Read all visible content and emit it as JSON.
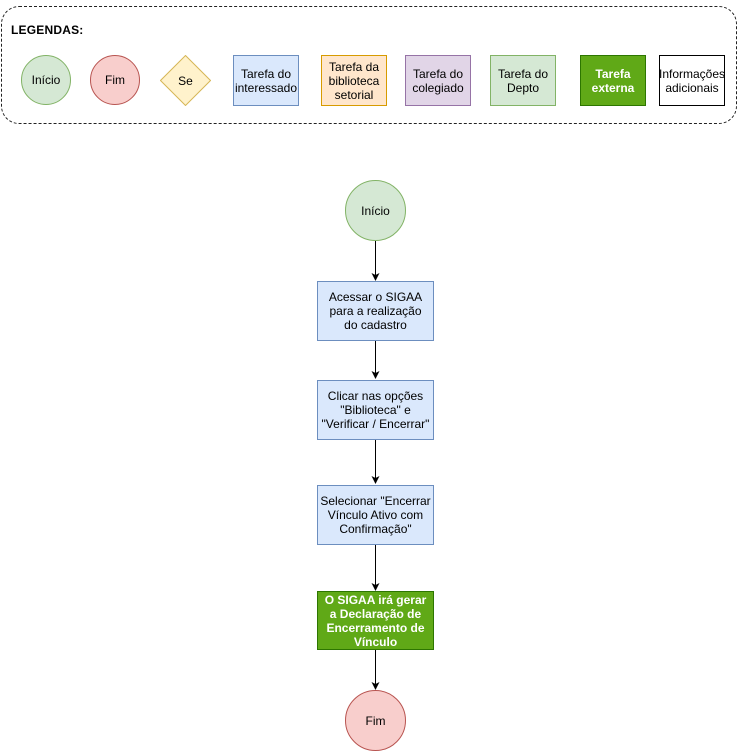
{
  "legend": {
    "title": "LEGENDAS:",
    "items": [
      {
        "label": "Início",
        "kind": "start"
      },
      {
        "label": "Fim",
        "kind": "end"
      },
      {
        "label": "Se",
        "kind": "decision"
      },
      {
        "label": "Tarefa do interessado",
        "kind": "task-interessado"
      },
      {
        "label": "Tarefa da biblioteca setorial",
        "kind": "task-biblioteca"
      },
      {
        "label": "Tarefa do colegiado",
        "kind": "task-colegiado"
      },
      {
        "label": "Tarefa do Depto",
        "kind": "task-depto"
      },
      {
        "label": "Tarefa externa",
        "kind": "task-externa"
      },
      {
        "label": "Informações adicionais",
        "kind": "info"
      }
    ]
  },
  "flow": {
    "start": "Início",
    "steps": [
      "Acessar o SIGAA para a realização do cadastro",
      "Clicar nas opções \"Biblioteca\" e \"Verificar / Encerrar\"",
      "Selecionar \"Encerrar Vínculo Ativo com Confirmação\"",
      "O SIGAA irá gerar a Declaração de Encerramento de Vínculo"
    ],
    "end": "Fim"
  },
  "colors": {
    "start_fill": "#d5e8d4",
    "start_stroke": "#82b366",
    "end_fill": "#f8cecc",
    "end_stroke": "#b85450",
    "decision_fill": "#fff2cc",
    "decision_stroke": "#d6b656",
    "interessado_fill": "#dae8fc",
    "interessado_stroke": "#6c8ebf",
    "biblioteca_fill": "#ffe6cc",
    "biblioteca_stroke": "#d79b00",
    "colegiado_fill": "#e1d5e7",
    "colegiado_stroke": "#9673a6",
    "externa_fill": "#60a917",
    "externa_stroke": "#2d7600"
  }
}
